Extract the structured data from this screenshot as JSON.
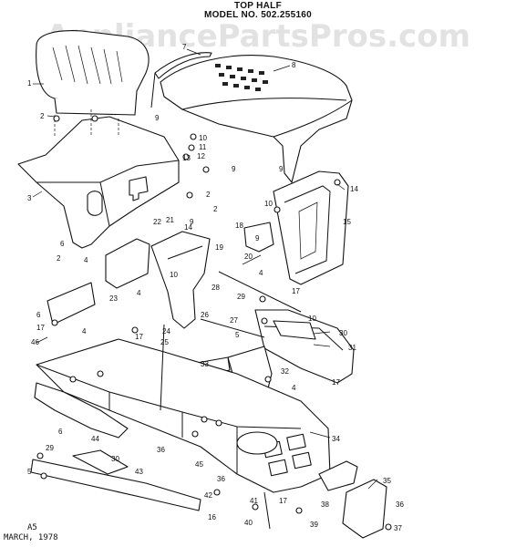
{
  "header": {
    "title": "TOP HALF",
    "model": "MODEL NO. 502.255160"
  },
  "watermark": "AppliancePartsPros.com",
  "footer": {
    "code": "A5",
    "date": "MARCH, 1978"
  },
  "callouts": [
    "1",
    "2",
    "3",
    "4",
    "5",
    "6",
    "7",
    "8",
    "9",
    "10",
    "11",
    "12",
    "13",
    "14",
    "15",
    "16",
    "17",
    "18",
    "19",
    "20",
    "21",
    "22",
    "23",
    "24",
    "25",
    "26",
    "27",
    "28",
    "29",
    "30",
    "31",
    "32",
    "33",
    "34",
    "35",
    "36",
    "37",
    "38",
    "39",
    "40",
    "41",
    "42",
    "43",
    "44",
    "45",
    "46"
  ],
  "colors": {
    "ink": "#111111",
    "watermark": "#bebebe",
    "background": "#ffffff"
  }
}
